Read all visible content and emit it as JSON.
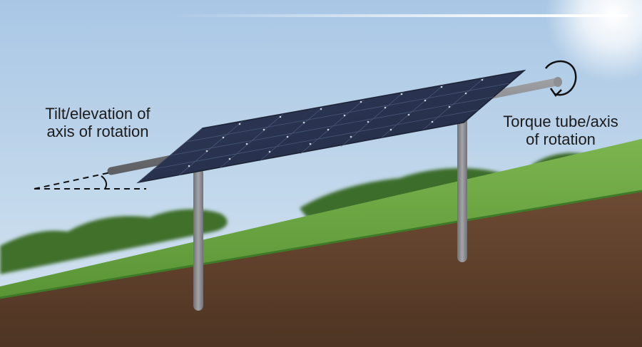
{
  "labels": {
    "tilt_line1": "Tilt/elevation of",
    "tilt_line2": "axis of rotation",
    "torque_line1": "Torque tube/axis",
    "torque_line2": "of rotation"
  },
  "colors": {
    "sky_top": "#aac8e6",
    "sky_bottom": "#d3e3ef",
    "sun_glow": "#ffffff",
    "grass": "#6ea844",
    "grass_dark": "#4f8a2e",
    "soil": "#6b4a32",
    "soil_dark": "#4d3322",
    "bushes": "#3f6f2a",
    "panel": "#2b3552",
    "panel_cell_line": "#5a6a8e",
    "post": "#8a8c8f",
    "tube": "#7f8184",
    "annotation": "#111111"
  }
}
